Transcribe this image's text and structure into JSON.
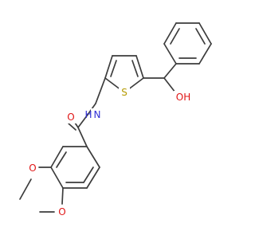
{
  "atoms": {
    "nitrogen": {
      "text": "N",
      "color": "#2f2fd6"
    },
    "amide_hydrogen": {
      "text": "H",
      "color": "#2f2fd6"
    },
    "carbonyl_oxygen": {
      "text": "O",
      "color": "#e01515"
    },
    "sulfur": {
      "text": "S",
      "color": "#b59a00"
    },
    "hydroxyl": {
      "text": "OH",
      "color": "#e01515"
    },
    "methoxy_oxygen_1": {
      "text": "O",
      "color": "#e01515"
    },
    "methoxy_oxygen_2": {
      "text": "O",
      "color": "#e01515"
    }
  },
  "bond_color": "#3c3c3c"
}
